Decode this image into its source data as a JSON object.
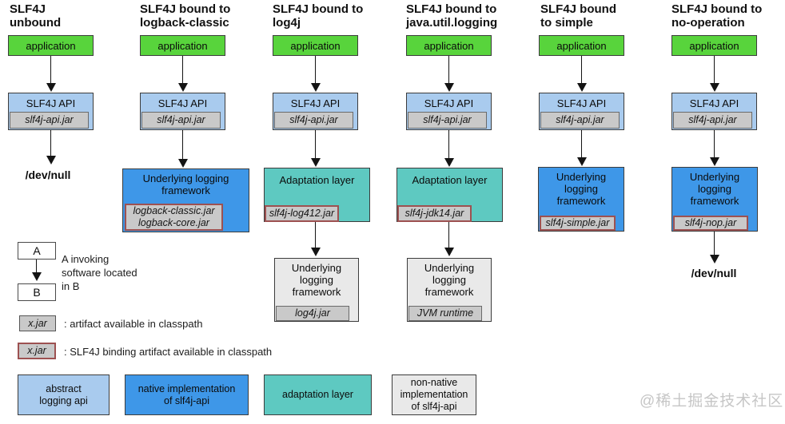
{
  "colors": {
    "application_green": "#58d43c",
    "abstract_api_light_blue": "#a9cbee",
    "native_impl_blue": "#3e97e8",
    "adaptation_teal": "#5ec9c1",
    "non_native_gray": "#e9e9e9",
    "jar_gray": "#c9c9c9",
    "binding_border_red": "#9d5151"
  },
  "columns": [
    {
      "header": "SLF4J\nunbound",
      "application": "application",
      "api_label": "SLF4J API",
      "api_jar": "slf4j-api.jar",
      "terminal": "/dev/null"
    },
    {
      "header": "SLF4J bound to\nlogback-classic",
      "application": "application",
      "api_label": "SLF4J API",
      "api_jar": "slf4j-api.jar",
      "framework_label": "Underlying logging\nframework",
      "framework_jar": "logback-classic.jar\nlogback-core.jar"
    },
    {
      "header": "SLF4J bound to\nlog4j",
      "application": "application",
      "api_label": "SLF4J API",
      "api_jar": "slf4j-api.jar",
      "adaptation_label": "Adaptation layer",
      "adaptation_jar": "slf4j-log412.jar",
      "framework_label": "Underlying\nlogging\nframework",
      "framework_jar": "log4j.jar"
    },
    {
      "header": "SLF4J bound to\njava.util.logging",
      "application": "application",
      "api_label": "SLF4J API",
      "api_jar": "slf4j-api.jar",
      "adaptation_label": "Adaptation layer",
      "adaptation_jar": "slf4j-jdk14.jar",
      "framework_label": "Underlying\nlogging\nframework",
      "framework_jar": "JVM runtime"
    },
    {
      "header": "SLF4J bound\nto simple",
      "application": "application",
      "api_label": "SLF4J API",
      "api_jar": "slf4j-api.jar",
      "framework_label": "Underlying\nlogging\nframework",
      "framework_jar": "slf4j-simple.jar"
    },
    {
      "header": "SLF4J bound to\nno-operation",
      "application": "application",
      "api_label": "SLF4J API",
      "api_jar": "slf4j-api.jar",
      "framework_label": "Underlying\nlogging\nframework",
      "framework_jar": "slf4j-nop.jar",
      "terminal": "/dev/null"
    }
  ],
  "legend": {
    "a_label": "A",
    "b_label": "B",
    "invoking_text": "A invoking\nsoftware located\nin B",
    "xjar_label": "x.jar",
    "artifact_text": ": artifact available in classpath",
    "binding_text": ": SLF4J binding artifact available in classpath"
  },
  "color_legend": [
    {
      "label": "abstract\nlogging api"
    },
    {
      "label": "native implementation\nof slf4j-api"
    },
    {
      "label": "adaptation layer"
    },
    {
      "label": "non-native\nimplementation\nof slf4j-api"
    }
  ],
  "watermark": "@稀土掘金技术社区"
}
